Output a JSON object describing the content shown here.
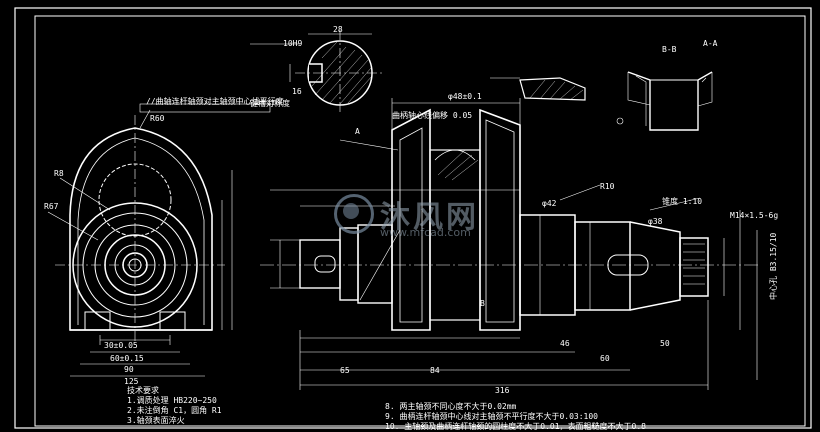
{
  "watermark": {
    "text": "沐风网",
    "url": "www.mfcad.com"
  },
  "labels": {
    "d_10h9": "10H9",
    "d_16": "16",
    "d_28": "28",
    "key_note": "键槽对称度",
    "r_top": "R60",
    "r_left": "R67",
    "r_side": "R8",
    "left_note": "//曲轴连杆轴颈对主轴颈中心线平行度",
    "mid_top1": "φ48±0.1",
    "mid_top2": "曲柄轴心线偏移 0.05",
    "mid_a": "A",
    "mid_b": "B",
    "radius_ra": "R10",
    "dia_main": "φ42",
    "dia_right": "φ38",
    "taper": "锥度 1:10",
    "thread": "M14×1.5-6g",
    "dim_30": "30±0.05",
    "dim_60": "60±0.15",
    "dim_90": "90",
    "dim_125": "125",
    "dim_65": "65",
    "dim_84": "84",
    "dim_46": "46",
    "dim_total": "316",
    "dim_60b": "60",
    "dim_50": "50",
    "section_label": "B-B",
    "right_label": "A-A",
    "side_note": "中心孔 B3.15/10"
  },
  "notes_left": [
    "技术要求",
    "1.调质处理 HB220~250",
    "2.未注倒角 C1，圆角 R1",
    "3.轴颈表面淬火"
  ],
  "notes_bottom": [
    "8. 两主轴颈不同心度不大于0.02mm",
    "9. 曲柄连杆轴颈中心线对主轴颈不平行度不大于0.03:100",
    "10. 主轴颈及曲柄连杆轴颈的圆柱度不大于0.01，表面粗糙度不大于0.8"
  ]
}
